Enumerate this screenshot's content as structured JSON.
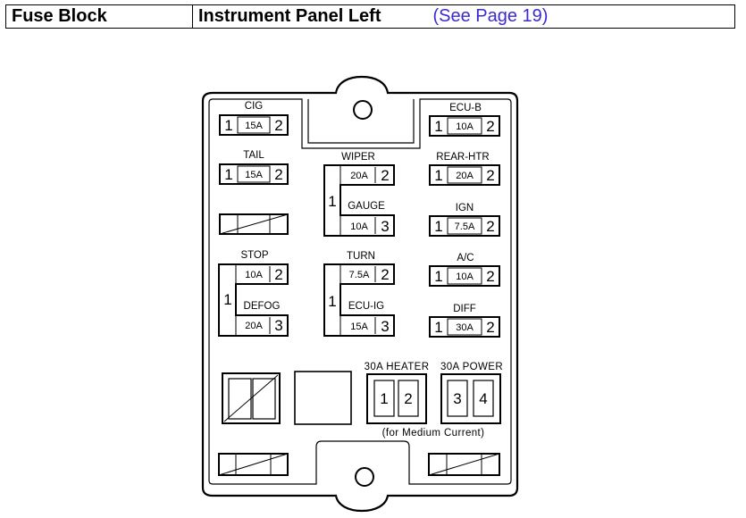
{
  "header": {
    "title": "Fuse Block",
    "location": "Instrument Panel Left",
    "page_link": "(See Page 19)"
  },
  "fuses": {
    "cig": {
      "label": "CIG",
      "amp": "15A",
      "pin_left": "1",
      "pin_right": "2"
    },
    "tail": {
      "label": "TAIL",
      "amp": "15A",
      "pin_left": "1",
      "pin_right": "2"
    },
    "ecu_b": {
      "label": "ECU-B",
      "amp": "10A",
      "pin_left": "1",
      "pin_right": "2"
    },
    "rear_htr": {
      "label": "REAR-HTR",
      "amp": "20A",
      "pin_left": "1",
      "pin_right": "2"
    },
    "ign": {
      "label": "IGN",
      "amp": "7.5A",
      "pin_left": "1",
      "pin_right": "2"
    },
    "ac": {
      "label": "A/C",
      "amp": "10A",
      "pin_left": "1",
      "pin_right": "2"
    },
    "diff": {
      "label": "DIFF",
      "amp": "30A",
      "pin_left": "1",
      "pin_right": "2"
    },
    "wiper_gauge": {
      "pin_common": "1",
      "top": {
        "label": "WIPER",
        "amp": "20A",
        "pin": "2"
      },
      "bottom": {
        "label": "GAUGE",
        "amp": "10A",
        "pin": "3"
      }
    },
    "turn_ecuig": {
      "pin_common": "1",
      "top": {
        "label": "TURN",
        "amp": "7.5A",
        "pin": "2"
      },
      "bottom": {
        "label": "ECU-IG",
        "amp": "15A",
        "pin": "3"
      }
    },
    "stop_defog": {
      "pin_common": "1",
      "top": {
        "label": "STOP",
        "amp": "10A",
        "pin": "2"
      },
      "bottom": {
        "label": "DEFOG",
        "amp": "20A",
        "pin": "3"
      }
    }
  },
  "heater": {
    "label": "30A HEATER",
    "pin_left": "1",
    "pin_right": "2"
  },
  "power": {
    "label": "30A POWER",
    "pin_left": "3",
    "pin_right": "4"
  },
  "medium_current_note": "(for Medium Current)"
}
